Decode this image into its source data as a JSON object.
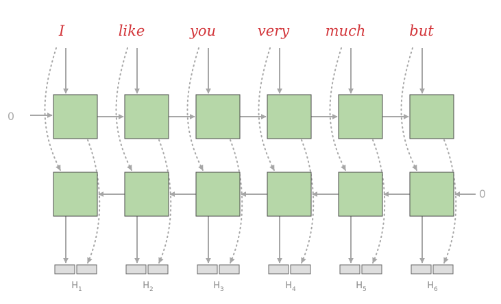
{
  "words": [
    "I",
    "like",
    "you",
    "very",
    "much",
    "but"
  ],
  "outputs": [
    {
      "main": "H",
      "sub": "1"
    },
    {
      "main": "H",
      "sub": "2"
    },
    {
      "main": "H",
      "sub": "3"
    },
    {
      "main": "H",
      "sub": "4"
    },
    {
      "main": "H",
      "sub": "5"
    },
    {
      "main": "H",
      "sub": "6"
    }
  ],
  "initial_states": {
    "forward": "0",
    "backward": "0"
  },
  "colors": {
    "word": "#d2353a",
    "cell_fill": "#b6d7a8",
    "cell_border": "#4a4a4a",
    "arrow": "#a6a6a6",
    "output_box": "#dedede"
  }
}
